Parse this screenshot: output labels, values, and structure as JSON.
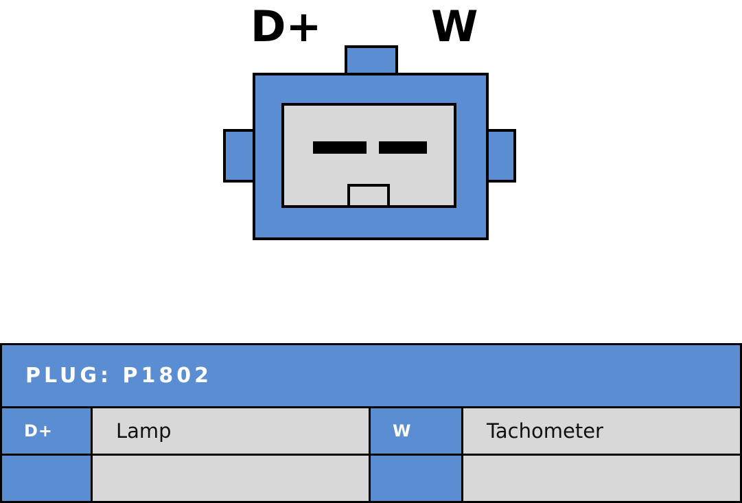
{
  "diagram": {
    "pin_labels": {
      "dplus": "D+",
      "w": "W"
    }
  },
  "table": {
    "title": "PLUG: P1802",
    "pins": [
      {
        "pin": "D+",
        "function": "Lamp"
      },
      {
        "pin": "W",
        "function": "Tachometer"
      }
    ]
  },
  "colors": {
    "blue": "#5b8dd3",
    "gray": "#d8d8d8",
    "outline": "#000000",
    "header_text": "#ffffff"
  }
}
